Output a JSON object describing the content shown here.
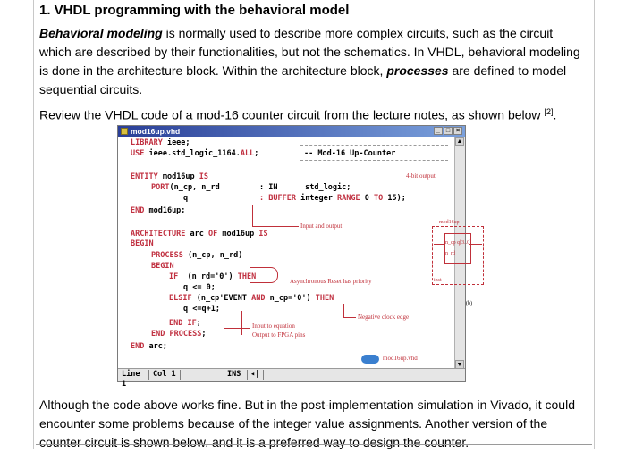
{
  "heading": "1. VHDL programming with the behavioral model",
  "intro": {
    "term": "Behavioral modeling",
    "after_term": " is normally used to describe more complex circuits, such as the circuit which are described by their functionalities, but not the schematics. In VHDL, behavioral modeling is done in the architecture block. Within the architecture block, ",
    "term2": "processes",
    "after_term2": " are defined to model sequential circuits."
  },
  "review": {
    "text": "Review the VHDL code of a mod-16 counter circuit from the lecture notes, as shown below ",
    "ref": "[2]",
    "tail": "."
  },
  "editor": {
    "window_title": "mod16up.vhd",
    "buttons": [
      "_",
      "□",
      "×"
    ],
    "code_lines": [
      {
        "k1": "LIBRARY",
        "t": " ieee;"
      },
      {
        "k1": "USE",
        "t": " ieee.std_logic_1164.",
        "k2": "ALL",
        "t2": ";"
      },
      {
        "k1": "ENTITY",
        "t": " mod16up ",
        "k2": "IS"
      },
      {
        "k1": "PORT",
        "t": "(n_cp, n_rd"
      },
      {
        "t": "q"
      },
      {
        "k1": "END",
        "t": " mod16up;"
      },
      {
        "k1": "ARCHITECTURE",
        "t": " arc ",
        "k2": "OF",
        "t2": " mod16up ",
        "k3": "IS"
      },
      {
        "k1": "BEGIN"
      },
      {
        "k1": "PROCESS",
        "t": " (n_cp, n_rd)"
      },
      {
        "k1": "BEGIN"
      },
      {
        "k1": "IF",
        "t": "  (n_rd='0') ",
        "k2": "THEN"
      },
      {
        "t": "q <= 0;"
      },
      {
        "k1": "ELSIF",
        "t": " (n_cp'EVENT ",
        "k2": "AND",
        "t2": " n_cp='0') ",
        "k3": "THEN"
      },
      {
        "t": "q <=q+1;"
      },
      {
        "k1": "END",
        "t": " ",
        "k2": "IF",
        "t2": ";"
      },
      {
        "k1": "END",
        "t": " ",
        "k2": "PROCESS",
        "t2": ";"
      },
      {
        "k1": "END",
        "t": " arc;"
      }
    ],
    "comment": "-- Mod-16 Up-Counter",
    "port_in": ": IN      std_logic;",
    "port_buffer_kw": ": BUFFER",
    "port_buffer_rest": " integer ",
    "port_range_kw": "RANGE",
    "port_range_rest": " 0 ",
    "port_to_kw": "TO",
    "port_to_rest": " 15);",
    "annotations": {
      "bit_output": "4-bit output",
      "input_output": "Input and output",
      "async_reset": "Asynchronous Reset has priority",
      "neg_edge": "Negative clock edge",
      "input_to_eq": "Input to equation",
      "output_fpga": "Output to FPGA pins",
      "badge": "mod16up.vhd",
      "b_label": "(b)"
    },
    "diagram": {
      "title": "mod16up",
      "port_q": "n_cp  q[3..0]",
      "port_rd": "n_rd",
      "inst": "inst"
    },
    "status": {
      "line_label": "Line",
      "line_value": "1",
      "col_label": "Col",
      "col_value": "1",
      "mode": "INS"
    }
  },
  "closing": "Although the code above works fine. But in the post-implementation simulation in Vivado, it could encounter some problems because of the integer value assignments. Another version of the counter circuit is shown below, and it is a preferred way to design the counter."
}
